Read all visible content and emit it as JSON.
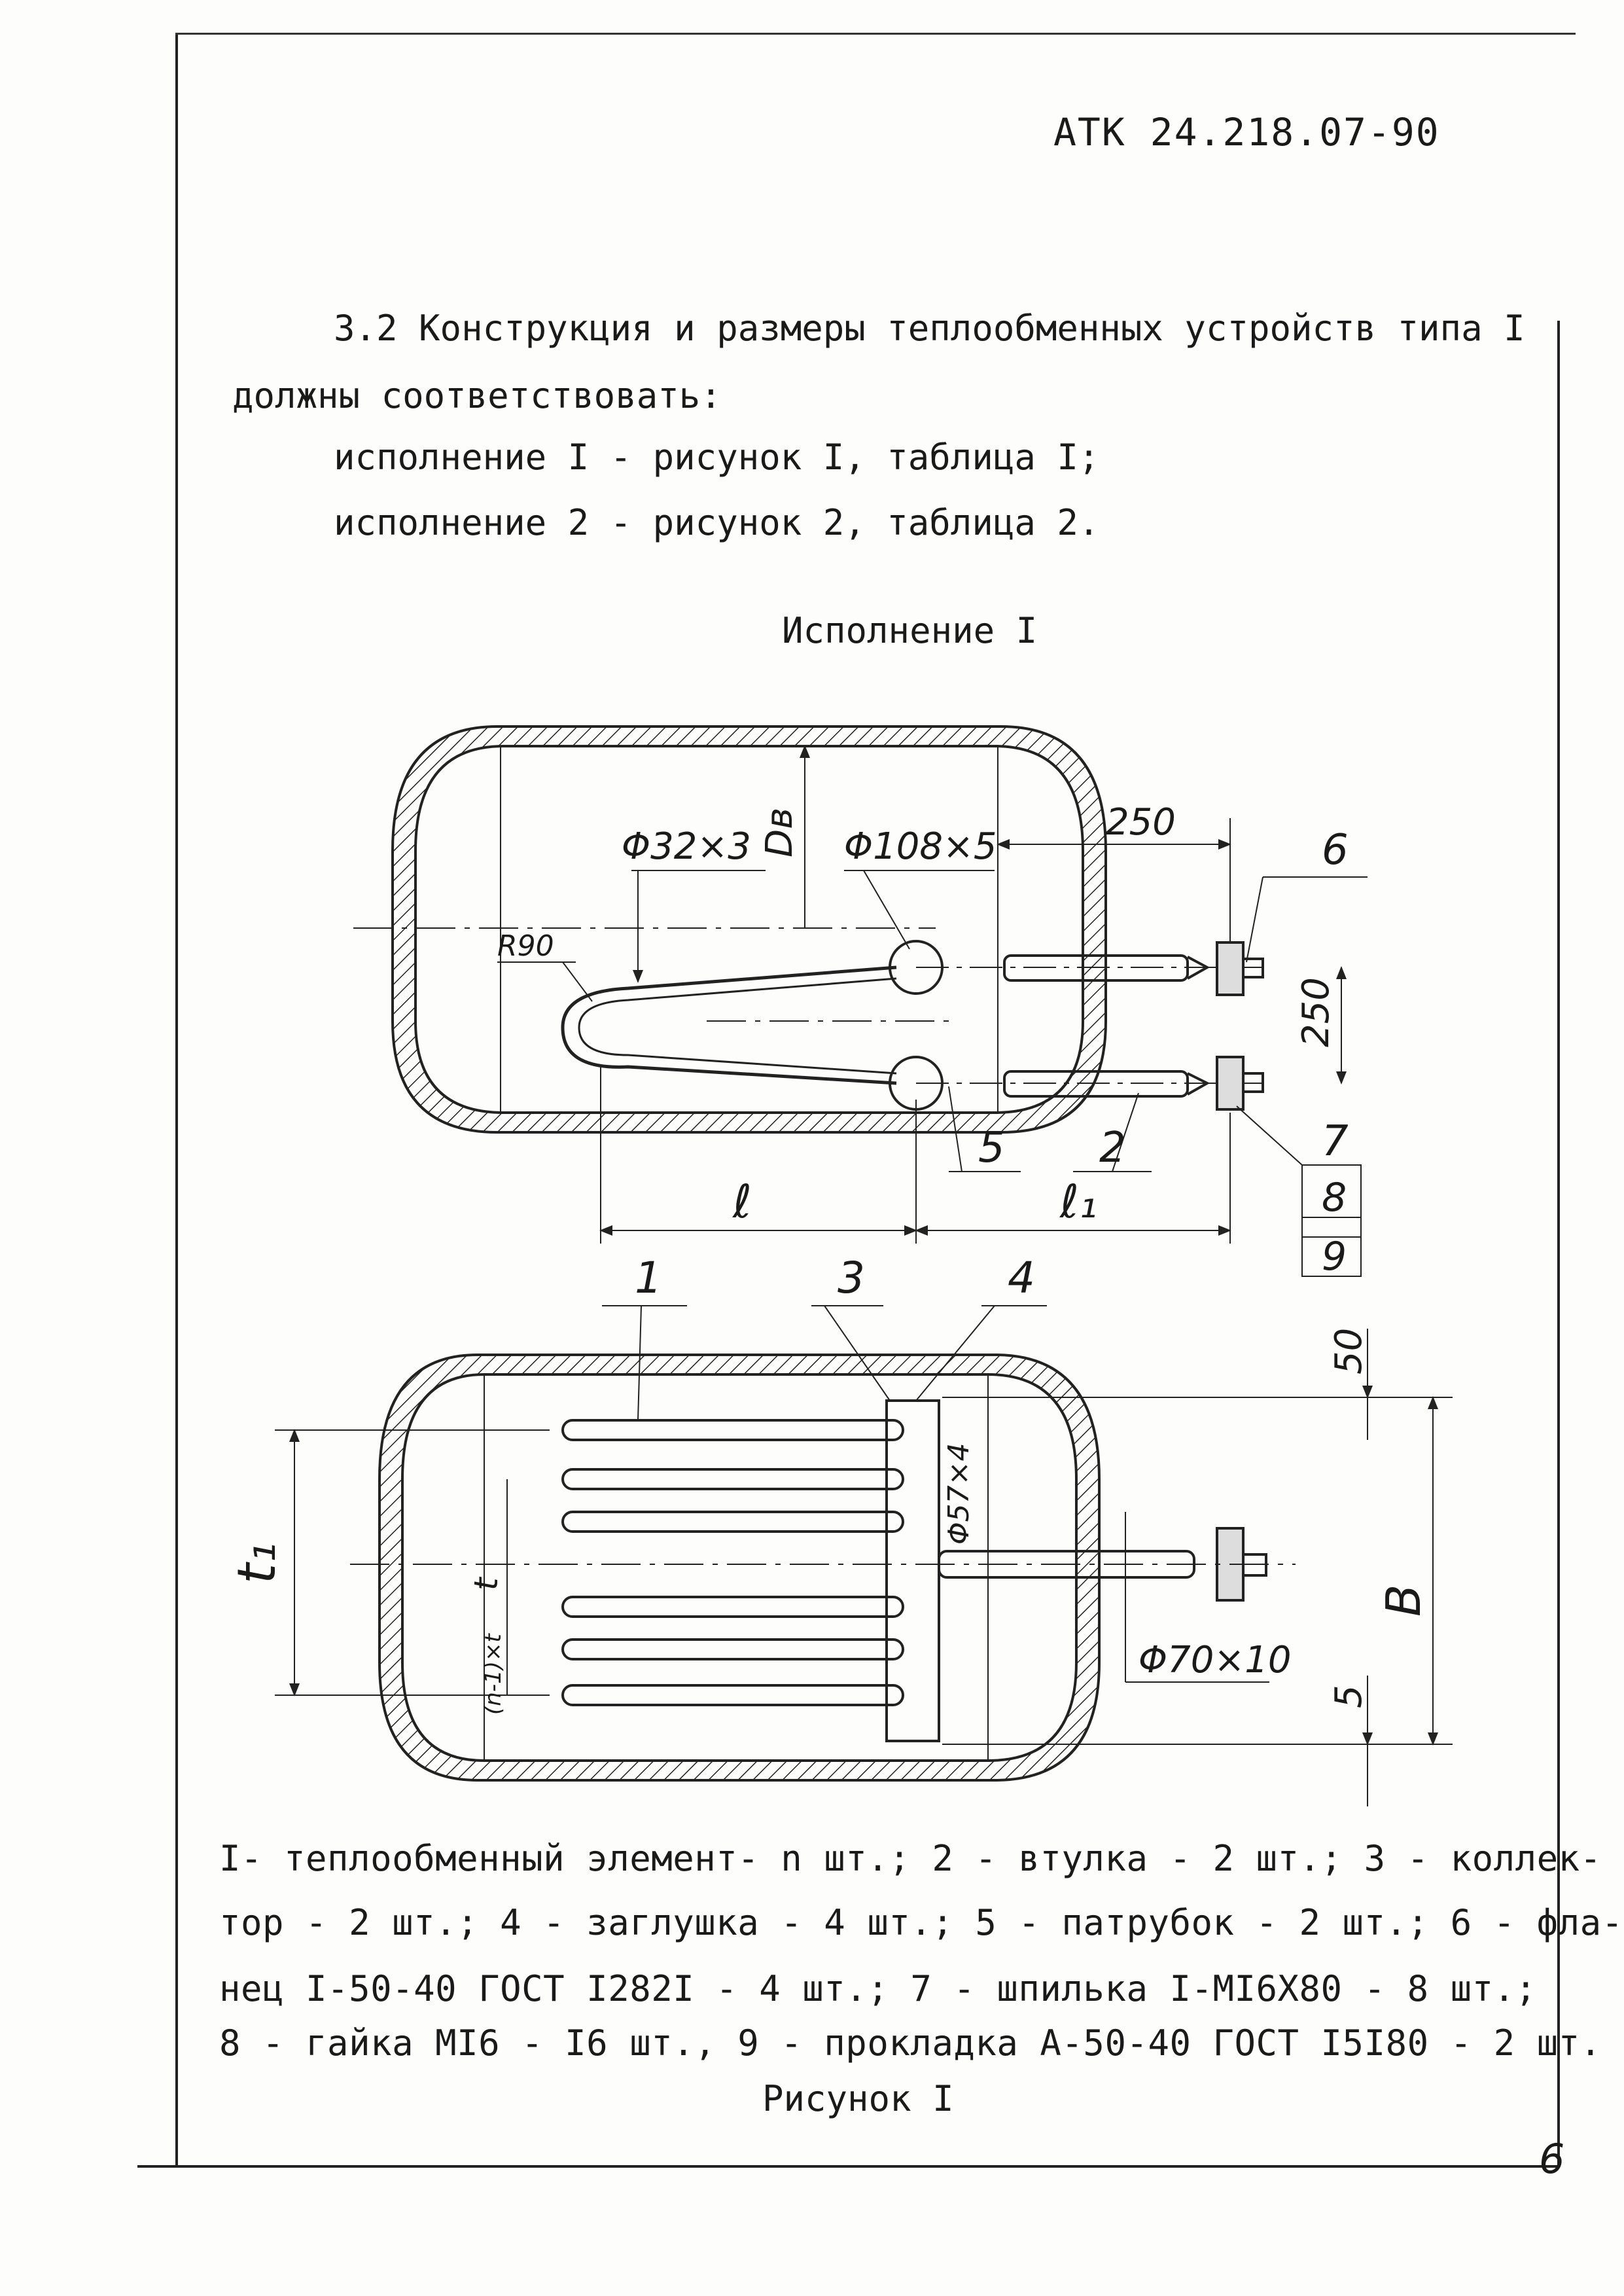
{
  "header": {
    "doc_code": "АТК 24.218.07-90"
  },
  "body": {
    "para_line1": "3.2 Конструкция и размеры теплообменных устройств типа I",
    "para_line2": "должны соответствовать:",
    "item1": "исполнение I - рисунок I, таблица I;",
    "item2": "исполнение 2 - рисунок 2, таблица 2."
  },
  "figure": {
    "title": "Исполнение I",
    "top_view": {
      "dim_pipe": "Φ32×3",
      "dim_dv": "Dв",
      "dim_collector": "Φ108×5",
      "dim_250_top": "250",
      "dim_250_side": "250",
      "dim_r90": "R90",
      "dim_l": "ℓ",
      "dim_l1": "ℓ₁",
      "callouts": [
        "6",
        "5",
        "2",
        "7",
        "8",
        "9"
      ]
    },
    "front_view": {
      "callouts": [
        "1",
        "3",
        "4"
      ],
      "dim_50": "50",
      "dim_5": "5",
      "dim_t1": "t₁",
      "dim_t": "t",
      "dim_t_note": "(n-1)×t",
      "dim_57": "Φ57×4",
      "dim_70": "Φ70×10",
      "dim_B": "B"
    }
  },
  "legend": {
    "line1": "I- теплообменный элемент- n шт.; 2 - втулка - 2 шт.; 3 - коллек-",
    "line2": "тор - 2 шт.; 4 - заглушка - 4 шт.; 5 - патрубок - 2 шт.; 6 - фла-",
    "line3": "нец I-50-40 ГОСТ I282I - 4 шт.; 7 - шпилька I-MI6X80 - 8 шт.;",
    "line4": "8 - гайка MI6 - I6 шт., 9 - прокладка А-50-40 ГОСТ I5I80 - 2 шт."
  },
  "caption": "Рисунок I",
  "page_number": "6"
}
